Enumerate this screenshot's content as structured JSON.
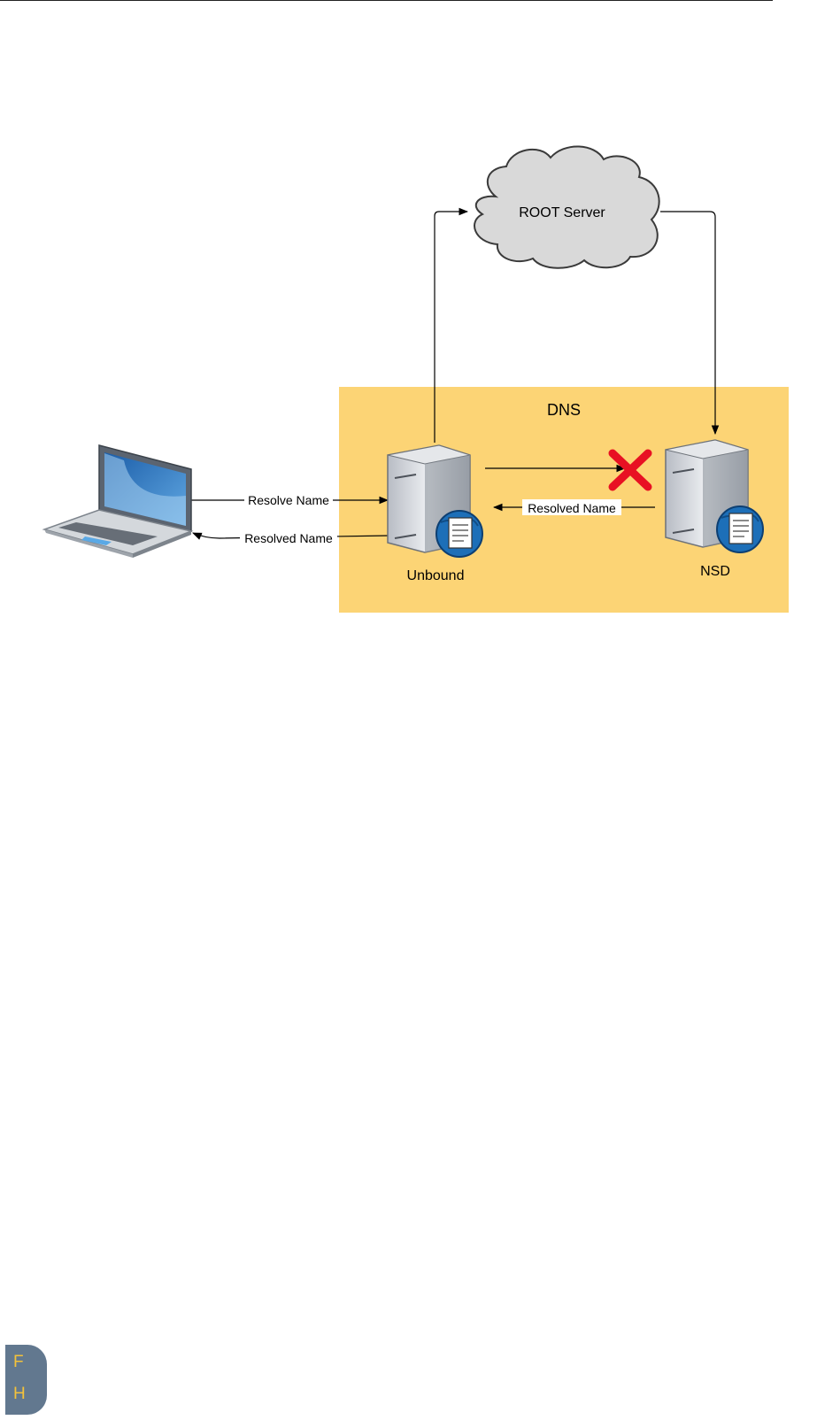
{
  "diagram": {
    "root_server": "ROOT Server",
    "zone_label": "DNS",
    "unbound": "Unbound",
    "nsd": "NSD",
    "resolve_name": "Resolve Name",
    "resolved_name_client": "Resolved Name",
    "resolved_name_nsd": "Resolved Name"
  },
  "colors": {
    "zone_fill": "#fcd475",
    "cloud_fill": "#d9d9d9",
    "blocked_mark": "#e81123",
    "logo_bg": "#62788f",
    "logo_letters": "#f4c23a"
  },
  "logo": {
    "letter_top": "F",
    "letter_bottom": "H"
  }
}
